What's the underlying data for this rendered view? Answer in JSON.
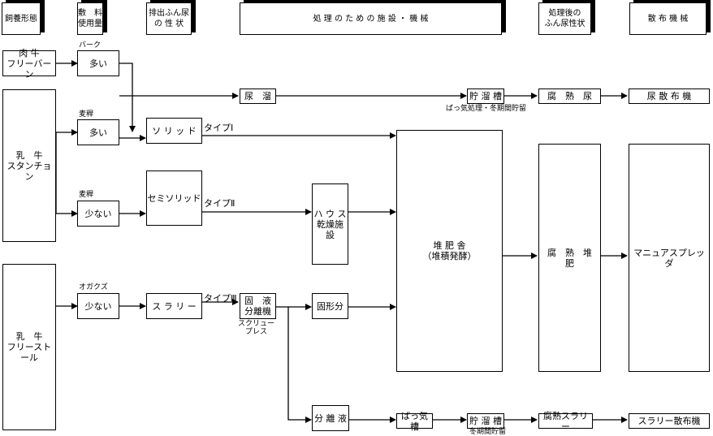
{
  "headers": {
    "feeding": "飼養形態",
    "bedding": "敷　料\n使用量",
    "excreta": "排出ふん尿\nの 性 状",
    "facilities": "処 理 の た め の 施 設 ・ 機 械",
    "after": "処理後の\nふん尿性状",
    "spreading": "散 布 機 械"
  },
  "feeding": {
    "beef": "肉 牛\nフリーバーン",
    "dairy_stanchion": "乳　牛\nスタンチョン",
    "dairy_freestall": "乳　牛\nフリーストール"
  },
  "bedding": {
    "b1": "多い",
    "b1_note": "バーク",
    "b2": "多い",
    "b2_note": "麦稈",
    "b3": "少ない",
    "b3_note": "麦稈",
    "b4": "少ない",
    "b4_note": "オガクズ"
  },
  "excreta": {
    "solid": "ソ リ ッ ド",
    "semisolid": "セミソリッド",
    "slurry": "ス ラ リ ー",
    "type1": "タイプⅠ",
    "type2": "タイプⅡ",
    "type3": "タイプⅢ"
  },
  "facilities": {
    "urine_tank": "尿　溜",
    "storage_tank": "貯 溜 槽",
    "storage_note": "ばっ気処理・冬期間貯留",
    "house_dryer": "ハ ウ ス\n乾燥施設",
    "compost_house": "堆 肥 舎\n（堆積発酵）",
    "separator": "固　液\n分離機",
    "separator_note": "スクリュー\nプレス",
    "solid_fraction": "固形分",
    "liquid_fraction": "分 離 液",
    "aeration_tank": "ばっ気槽",
    "storage_tank2": "貯 溜 槽",
    "storage_note2": "冬期間貯留"
  },
  "after": {
    "rotten_urine": "腐　熟　尿",
    "rotten_compost": "腐　熟　堆　肥",
    "rotten_slurry": "腐熟スラリー"
  },
  "spreading": {
    "urine_spreader": "尿 散 布 機",
    "manure_spreader": "マニュアスプレッダ",
    "slurry_spreader": "スラリー散布機"
  }
}
